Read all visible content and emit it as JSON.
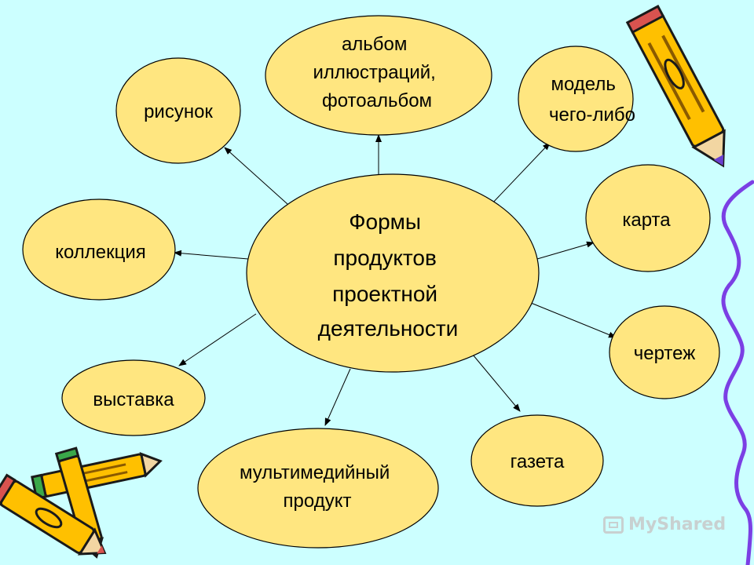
{
  "diagram": {
    "center": {
      "lines": [
        "Формы",
        "продуктов",
        "проектной",
        "деятельности"
      ]
    },
    "nodes": {
      "album": {
        "lines": [
          "альбом",
          "иллюстраций,",
          "фотоальбом"
        ]
      },
      "drawing": {
        "lines": [
          "рисунок"
        ]
      },
      "model": {
        "lines": [
          "модель",
          "чего-либо"
        ]
      },
      "map": {
        "lines": [
          "карта"
        ]
      },
      "collection": {
        "lines": [
          "коллекция"
        ]
      },
      "blueprint": {
        "lines": [
          "чертеж"
        ]
      },
      "exhibition": {
        "lines": [
          "выставка"
        ]
      },
      "newspaper": {
        "lines": [
          "газета"
        ]
      },
      "multimedia": {
        "lines": [
          "мультимедийный",
          "продукт"
        ]
      }
    }
  },
  "colors": {
    "background": "#ccffff",
    "bubble_fill": "#ffe680",
    "bubble_stroke": "#000000",
    "arrow": "#000000",
    "pencil_body": "#ffc000",
    "pencil_dark": "#8a5a00",
    "squiggle": "#7b3fe4"
  },
  "decorations": {
    "pencils_top_right": "pencil-icon",
    "pencils_bottom_left": "crayons-icon",
    "squiggle": "wavy-line"
  },
  "watermark": {
    "text": "MyShared"
  }
}
